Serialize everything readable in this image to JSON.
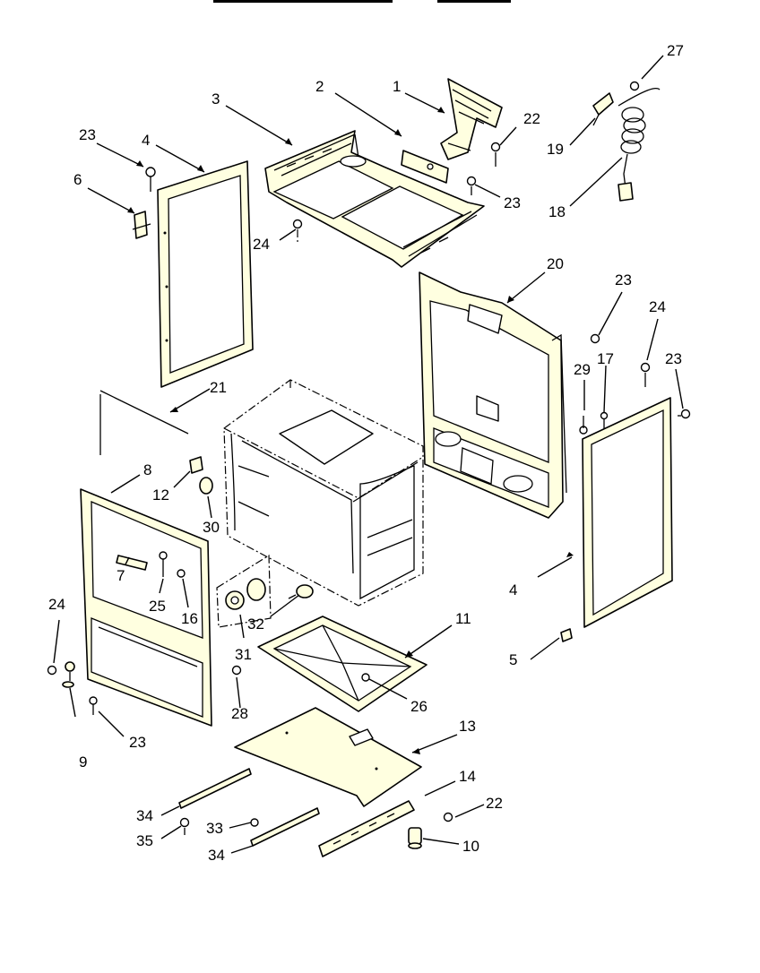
{
  "diagram": {
    "background": "#ffffff",
    "part_fill": "#ffffe0",
    "stroke": "#000000",
    "callouts": [
      {
        "id": "c1",
        "label": "1"
      },
      {
        "id": "c2",
        "label": "2"
      },
      {
        "id": "c3",
        "label": "3"
      },
      {
        "id": "c4a",
        "label": "4"
      },
      {
        "id": "c4b",
        "label": "4"
      },
      {
        "id": "c5",
        "label": "5"
      },
      {
        "id": "c6",
        "label": "6"
      },
      {
        "id": "c7",
        "label": "7"
      },
      {
        "id": "c8",
        "label": "8"
      },
      {
        "id": "c9",
        "label": "9"
      },
      {
        "id": "c10",
        "label": "10"
      },
      {
        "id": "c11",
        "label": "11"
      },
      {
        "id": "c12",
        "label": "12"
      },
      {
        "id": "c13",
        "label": "13"
      },
      {
        "id": "c14",
        "label": "14"
      },
      {
        "id": "c16",
        "label": "16"
      },
      {
        "id": "c17",
        "label": "17"
      },
      {
        "id": "c18",
        "label": "18"
      },
      {
        "id": "c19",
        "label": "19"
      },
      {
        "id": "c20",
        "label": "20"
      },
      {
        "id": "c21",
        "label": "21"
      },
      {
        "id": "c22a",
        "label": "22"
      },
      {
        "id": "c22b",
        "label": "22"
      },
      {
        "id": "c23a",
        "label": "23"
      },
      {
        "id": "c23b",
        "label": "23"
      },
      {
        "id": "c23c",
        "label": "23"
      },
      {
        "id": "c23d",
        "label": "23"
      },
      {
        "id": "c23e",
        "label": "23"
      },
      {
        "id": "c24a",
        "label": "24"
      },
      {
        "id": "c24b",
        "label": "24"
      },
      {
        "id": "c24c",
        "label": "24"
      },
      {
        "id": "c25",
        "label": "25"
      },
      {
        "id": "c26",
        "label": "26"
      },
      {
        "id": "c27",
        "label": "27"
      },
      {
        "id": "c28",
        "label": "28"
      },
      {
        "id": "c29",
        "label": "29"
      },
      {
        "id": "c30",
        "label": "30"
      },
      {
        "id": "c31",
        "label": "31"
      },
      {
        "id": "c32",
        "label": "32"
      },
      {
        "id": "c33",
        "label": "33"
      },
      {
        "id": "c34a",
        "label": "34"
      },
      {
        "id": "c34b",
        "label": "34"
      },
      {
        "id": "c35",
        "label": "35"
      }
    ]
  }
}
